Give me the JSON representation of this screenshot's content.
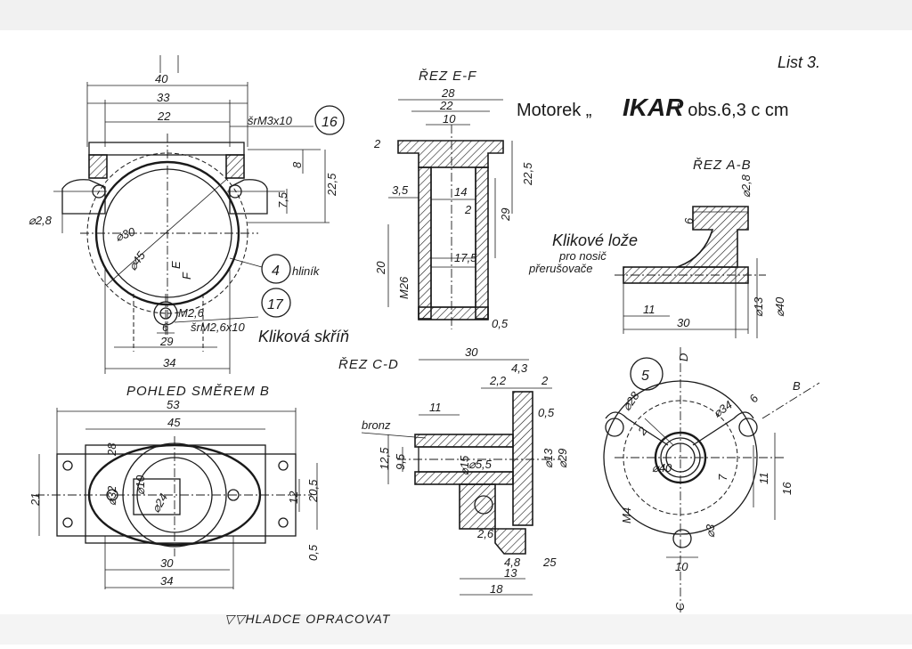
{
  "sheet": {
    "sheet_label": "List 3.",
    "title_prefix": "Motorek „",
    "title_name": "IKAR",
    "title_suffix": "“ obs.6,3 c cm",
    "surface_note": "▽▽HLADCE OPRACOVAT",
    "colors": {
      "paper": "#ffffff",
      "ink": "#1a1a1a",
      "scan_edge": "#eeeeee"
    }
  },
  "crankcase_front": {
    "name": "Kliková skříň",
    "dims": {
      "w40": "40",
      "w33": "33",
      "w22": "22",
      "h8": "8",
      "h22_5": "22,5",
      "h7_5": "7,5",
      "d2_8": "⌀2,8",
      "d30": "⌀30",
      "d45": "⌀45",
      "m2_6": "M2,6",
      "w6": "6",
      "w29": "29",
      "w34": "34",
      "marker_e": "E",
      "marker_f": "F"
    },
    "screw_top": "šrM3x10",
    "screw_top_part": "16",
    "material_part": "4",
    "material_name": "hliník",
    "screw_bottom_part": "17",
    "screw_bottom": "šrM2,6x10"
  },
  "section_ef": {
    "title": "ŘEZ E-F",
    "dims": {
      "w28": "28",
      "w22": "22",
      "w10": "10",
      "h2": "2",
      "h22_5": "22,5",
      "w3_5": "3,5",
      "w14": "14",
      "h2b": "2",
      "h29": "29",
      "h20": "20",
      "w17_5": "17,5",
      "m26": "M26",
      "h0_5": "0,5"
    }
  },
  "section_ab": {
    "title": "ŘEZ A-B",
    "name": "Klikové lože",
    "subtitle_1": "pro nosič",
    "subtitle_2": "přerušovače",
    "dims": {
      "d2_8": "⌀2,8",
      "h6": "6",
      "w11": "11",
      "w30": "30",
      "d13": "⌀13",
      "d40": "⌀40"
    }
  },
  "view_b": {
    "title": "POHLED SMĚREM B",
    "dims": {
      "w53": "53",
      "w45": "45",
      "h21": "21",
      "h28": "28",
      "d10": "⌀10",
      "d32": "⌀32",
      "d24": "⌀24",
      "h12": "12",
      "h20_5": "20,5",
      "h0_5": "0,5",
      "w30": "30",
      "w34": "34"
    }
  },
  "section_cd": {
    "title": "ŘEZ C-D",
    "material": "bronz",
    "dims": {
      "w30": "30",
      "w4_3": "4,3",
      "w2_2": "2,2",
      "w2": "2",
      "w11": "11",
      "h0_5": "0,5",
      "h12_5": "12,5",
      "h9_5": "9,5",
      "d15": "⌀15",
      "d5_5": "⌀5,5",
      "d13": "⌀13",
      "d29": "⌀29",
      "w2_6": "2,6",
      "w4_8": "4,8",
      "w25": "25",
      "w13": "13",
      "w18": "18"
    }
  },
  "bearing_front": {
    "part": "5",
    "dims": {
      "d28": "⌀28",
      "d34": "⌀34",
      "h6": "6",
      "h2": "2",
      "d40": "⌀40",
      "h7": "7",
      "h11": "11",
      "h16": "16",
      "m4": "M4",
      "d3": "⌀3",
      "w10": "10"
    },
    "line_labels": {
      "d": "D",
      "c": "C",
      "b": "B"
    }
  }
}
